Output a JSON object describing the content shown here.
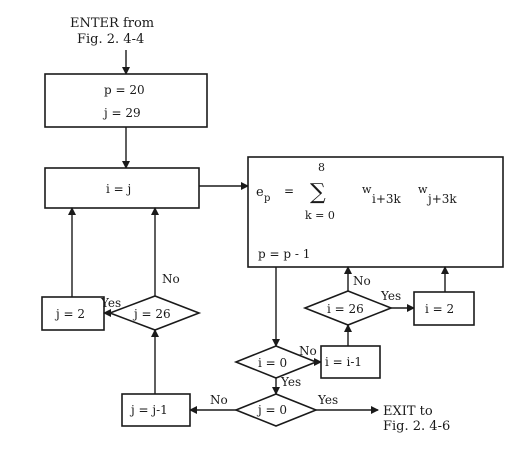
{
  "entry": {
    "line1": "ENTER from",
    "line2": "Fig. 2. 4-4"
  },
  "exit": {
    "line1": "EXIT to",
    "line2": "Fig. 2. 4-6"
  },
  "boxes": {
    "init_p": "p = 20",
    "init_j": "j = 29",
    "set_i": "i = j",
    "j_reset": "j = 2",
    "i_reset": "i = 2",
    "i_decrement": "i = i-1",
    "j_decrement": "j = j-1",
    "decrement_p": "p = p - 1"
  },
  "formula": {
    "lhs": "e",
    "lhs_sub": "p",
    "equals": "=",
    "upper_limit": "8",
    "sigma": "∑",
    "lower_limit": "k = 0",
    "term1": "w",
    "term1_sub": "i+3k",
    "term2": "w",
    "term2_sub": "j+3k"
  },
  "decisions": {
    "j26": "j = 26",
    "i26": "i = 26",
    "i0": "i = 0",
    "j0": "j = 0"
  },
  "labels": {
    "no_j26": "No",
    "yes_j26": "Yes",
    "no_i26": "No",
    "yes_i26": "Yes",
    "no_i0": "No",
    "yes_i0": "Yes",
    "no_j0": "No",
    "yes_j0": "Yes"
  },
  "colors": {
    "ink": "#1a1a1a",
    "paper": "#ffffff"
  }
}
